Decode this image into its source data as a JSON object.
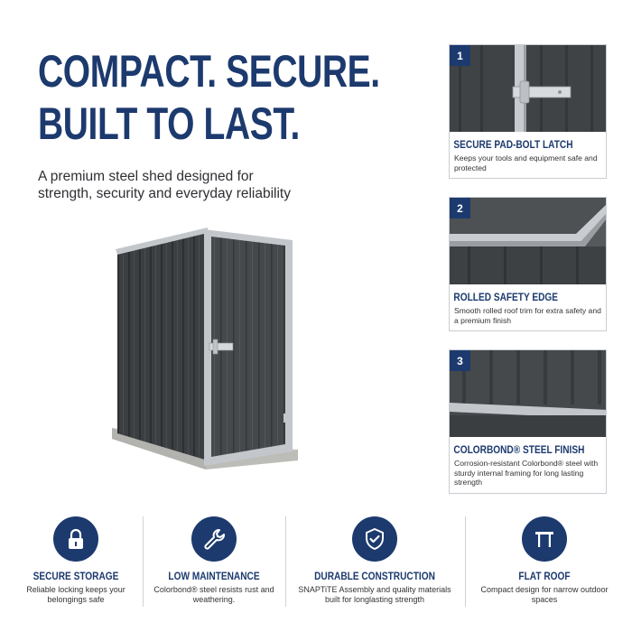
{
  "headline": {
    "line1": "COMPACT. SECURE.",
    "line2": "BUILT TO LAST."
  },
  "subheadline": {
    "line1": "A premium steel shed designed for",
    "line2": "strength, security and everyday reliability"
  },
  "colors": {
    "brand": "#1c3a6e",
    "steel_dark": "#3d4143",
    "trim": "#c3c7cb",
    "base": "#c9c9c6"
  },
  "cards": [
    {
      "number": "1",
      "title": "Secure Pad-Bolt Latch",
      "description": "Keeps your tools and equipment safe and protected",
      "icon": "pad-bolt-latch-photo"
    },
    {
      "number": "2",
      "title": "Rolled Safety Edge",
      "description": "Smooth rolled roof trim for extra safety and a premium finish",
      "icon": "rolled-edge-photo"
    },
    {
      "number": "3",
      "title": "Colorbond® Steel Finish",
      "description": "Corrosion-resistant Colorbond® steel with sturdy internal framing for long lasting strength",
      "icon": "steel-panel-photo"
    }
  ],
  "features": [
    {
      "title": "Secure Storage",
      "description": "Reliable locking keeps your belongings safe",
      "icon": "padlock-icon"
    },
    {
      "title": "Low Maintenance",
      "description": "Colorbond® steel resists rust and weathering.",
      "icon": "wrench-icon"
    },
    {
      "title": "Durable Construction",
      "description": "SNAPTiTE Assembly and quality materials built for longlasting strength",
      "icon": "shield-check-icon"
    },
    {
      "title": "Flat Roof",
      "description": "Compact design for narrow outdoor spaces",
      "icon": "flat-roof-icon"
    }
  ]
}
